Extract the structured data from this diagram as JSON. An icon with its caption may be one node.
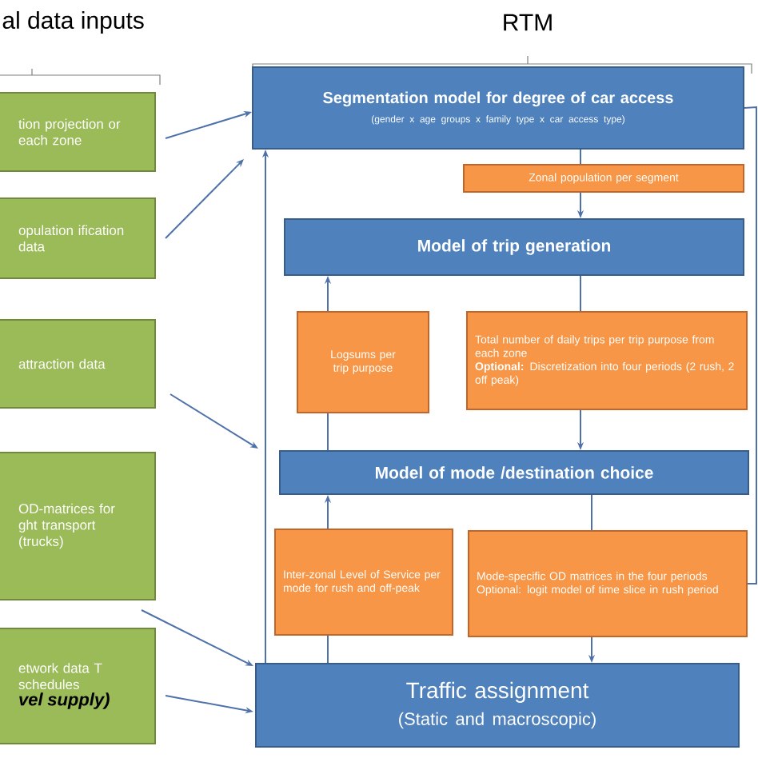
{
  "diagram": {
    "nodes": [
      {
        "text": [
          "tion projection or each zone"
        ]
      },
      {
        "text": [
          "opulation ification data"
        ]
      },
      {
        "text": [
          "attraction data"
        ]
      },
      {
        "text": [
          "OD-matrices for ght transport (trucks)"
        ]
      },
      {
        "text": [
          "etwork data T schedules",
          "vel supply)"
        ]
      },
      {
        "text": [
          "Segmentation model for degree of car access",
          "(gender x age groups x family type x car access type)"
        ]
      },
      {
        "text": [
          "Zonal population per segment"
        ]
      },
      {
        "text": [
          "Model of trip generation"
        ]
      },
      {
        "text": [
          "Logsums per trip purpose"
        ]
      },
      {
        "text": [
          "Total number of daily trips per trip purpose from each zone",
          "**Optional:** Discretization into four periods (2 rush, 2 off peak)"
        ]
      },
      {
        "text": [
          "Model of mode /destination choice"
        ]
      },
      {
        "text": [
          "Inter-zonal Level of Service per mode for rush and off-peak"
        ]
      },
      {
        "text": [
          "Mode-specific OD matrices in the four periods",
          "Optional: logit model of time slice in rush period"
        ]
      },
      {
        "text": [
          "Traffic assignment",
          "(Static and macroscopic)"
        ]
      }
    ],
    "edges": [
      {
        "from": 0,
        "to": 5,
        "arrow": "to"
      },
      {
        "from": 1,
        "to": 5,
        "arrow": "to"
      },
      {
        "from": 2,
        "to": 10,
        "arrow": "to"
      },
      {
        "from": 3,
        "to": 13,
        "arrow": "to"
      },
      {
        "from": 4,
        "to": 13,
        "arrow": "to"
      },
      {
        "from": 5,
        "to": 6,
        "arrow": "none"
      },
      {
        "from": 6,
        "to": 7,
        "arrow": "to"
      },
      {
        "from": 8,
        "to": 7,
        "arrow": "to"
      },
      {
        "from": 7,
        "to": 9,
        "arrow": "none"
      },
      {
        "from": 9,
        "to": 10,
        "arrow": "to"
      },
      {
        "from": 10,
        "to": 8,
        "arrow": "none"
      },
      {
        "from": 11,
        "to": 10,
        "arrow": "to"
      },
      {
        "from": 13,
        "to": 11,
        "arrow": "none"
      },
      {
        "from": 10,
        "to": 12,
        "arrow": "none"
      },
      {
        "from": 12,
        "to": 13,
        "arrow": "to"
      },
      {
        "from": 13,
        "to": 5,
        "arrow": "to"
      },
      {
        "from": 12,
        "to": 5,
        "arrow": "none"
      }
    ],
    "labels": [
      "al data inputs",
      "RTM"
    ]
  }
}
